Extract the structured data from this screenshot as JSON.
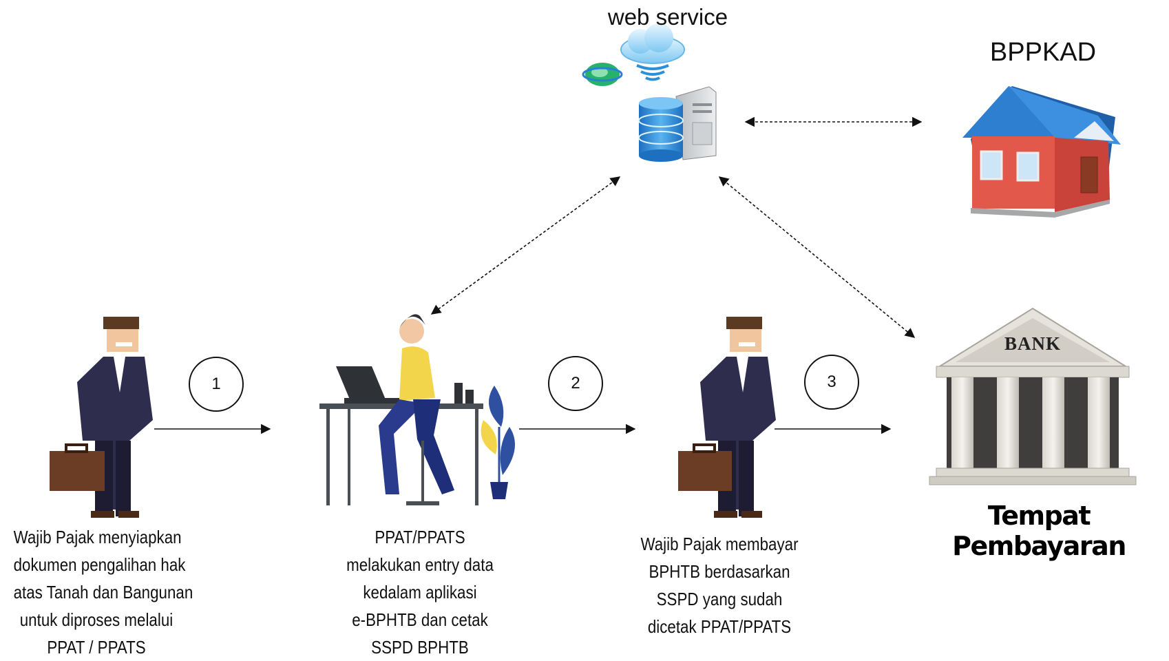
{
  "nodes": {
    "web_service": {
      "label": "web service"
    },
    "bppkad": {
      "label": "BPPKAD"
    },
    "bank": {
      "sign": "BANK",
      "label": "Tempat Pembayaran"
    }
  },
  "steps": [
    {
      "number": "1"
    },
    {
      "number": "2"
    },
    {
      "number": "3"
    }
  ],
  "descriptions": {
    "wajib_pajak_1": [
      "Wajib Pajak menyiapkan",
      "dokumen pengalihan hak",
      "atas Tanah dan Bangunan",
      "untuk diproses melalui",
      "PPAT / PPATS"
    ],
    "ppat": [
      "PPAT/PPATS",
      "melakukan entry data",
      "kedalam aplikasi",
      "e-BPHTB dan cetak",
      "SSPD BPHTB"
    ],
    "wajib_pajak_2": [
      "Wajib Pajak membayar",
      "BPHTB berdasarkan",
      "SSPD yang sudah",
      "dicetak PPAT/PPATS"
    ]
  },
  "icons": {
    "server": "server-database-icon",
    "cloud": "cloud-wireless-icon",
    "globe": "globe-icon",
    "house": "house-icon",
    "bank": "bank-building-icon",
    "person": "businessman-icon",
    "worker": "person-at-desk-icon"
  },
  "colors": {
    "roof": "#2f7fd0",
    "wall": "#e2584a",
    "suit": "#2f2d4e",
    "shirt": "#f2d54a",
    "pants": "#2a3a8c",
    "db": "#2f8fd8"
  }
}
